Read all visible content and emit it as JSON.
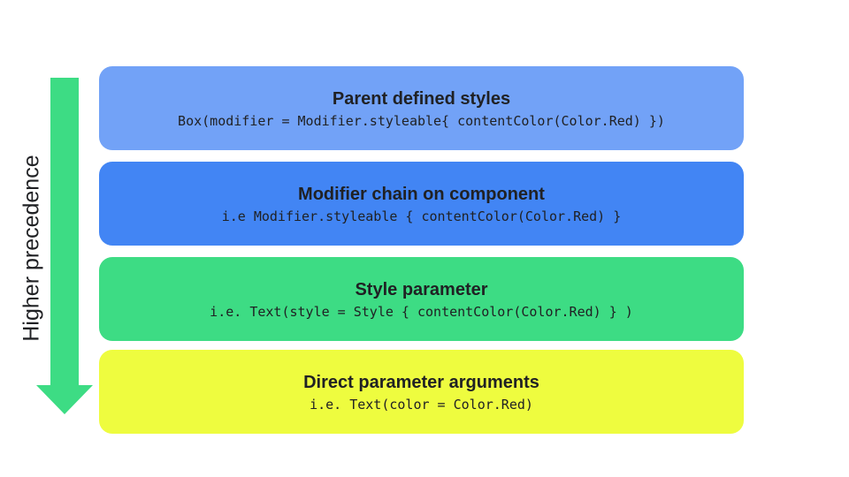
{
  "axis": {
    "label": "Higher precedence",
    "arrow_color": "#3ddc84"
  },
  "layers": [
    {
      "title": "Parent defined styles",
      "code": "Box(modifier = Modifier.styleable{ contentColor(Color.Red) })",
      "color": "#72a2f7"
    },
    {
      "title": "Modifier chain on component",
      "code": "i.e Modifier.styleable { contentColor(Color.Red) }",
      "color": "#4285f4"
    },
    {
      "title": "Style parameter",
      "code": "i.e. Text(style = Style { contentColor(Color.Red) } )",
      "color": "#3ddc84"
    },
    {
      "title": "Direct parameter arguments",
      "code": "i.e. Text(color = Color.Red)",
      "color": "#eefc3f"
    }
  ]
}
